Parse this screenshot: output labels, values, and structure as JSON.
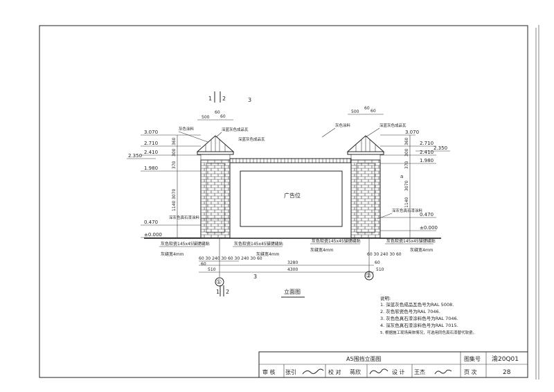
{
  "elevation": {
    "section_top": "1",
    "section_top_right": "2",
    "section_3_top": "3",
    "section_bottom": "1",
    "section_bottom_right": "2",
    "section_3_bottom": "3",
    "left_levels": [
      "3.070",
      "2.710",
      "2.410",
      "2.350",
      "1.980",
      "0.470",
      "±0.000"
    ],
    "right_levels": [
      "2.710",
      "2.410",
      "2.350",
      "1.980",
      "0.470",
      "±0.000"
    ],
    "right_top_level": "3.070",
    "left_vert_dims": [
      "360",
      "300",
      "370",
      "3070",
      "1140"
    ],
    "right_vert_dims": [
      "360",
      "300",
      "370",
      "3070",
      "1140"
    ],
    "top_dims_left": [
      "500",
      "60",
      "60"
    ],
    "top_dims_right": [
      "500",
      "60",
      "60"
    ],
    "bottom_row1": "60 30 240 30 60 30 240 30 60",
    "bottom_row1_right": "60 30 240 30 60",
    "bottom_mid": "3280",
    "bottom_overall": "4300",
    "bottom_510_left": "510",
    "bottom_510_right": "510",
    "bottom_60_left": "60",
    "bottom_60_right": "60",
    "ad_label": "广告位",
    "axis_left": "①",
    "axis_right": "②",
    "mark_a": "a",
    "notes_labels": {
      "gray_paint_l": "灰色涂料",
      "tile_l": "深蓝灰色成品瓦",
      "gray_paint_r": "灰色涂料",
      "tile_r": "深蓝灰色成品瓦",
      "stone_l": "深灰色真石漆涂料",
      "stone_r": "深灰色真石漆涂料",
      "brick1": "灰色软瓷145x45锚键缝贴",
      "brick2": "灰色软瓷145x45锚键缝贴",
      "brick3": "灰色软瓷145x45锚键缝贴",
      "brick4": "灰色软瓷145x45锚键缝贴",
      "joint1": "灰缝宽4mm",
      "joint2": "灰缝宽4mm",
      "joint3": "灰缝宽4mm",
      "joint4": "灰缝宽4mm"
    },
    "title": "立面图"
  },
  "notes": {
    "heading": "说明:",
    "items": [
      "1. 深蓝灰色成品瓦色号为RAL 5008.",
      "2. 灰色软瓷色号为RAL 7046.",
      "3. 灰色色真石漆涂料色号为RAL 7046.",
      "4. 深灰色真石漆涂料色号为RAL 7015.",
      "5. 根据施工现场具体情况，可选用同色真石漆替代软瓷。"
    ]
  },
  "titleblock": {
    "drawing_name": "A5围挡立面图",
    "atlas_label": "图集号",
    "atlas_no": "渝20Q01",
    "review_label": "审 核",
    "reviewer": "张引",
    "check_label": "校 对",
    "checker": "蒋欣",
    "design_label": "设 计",
    "designer": "王杰",
    "page_label": "页 次",
    "page_no": "28"
  }
}
